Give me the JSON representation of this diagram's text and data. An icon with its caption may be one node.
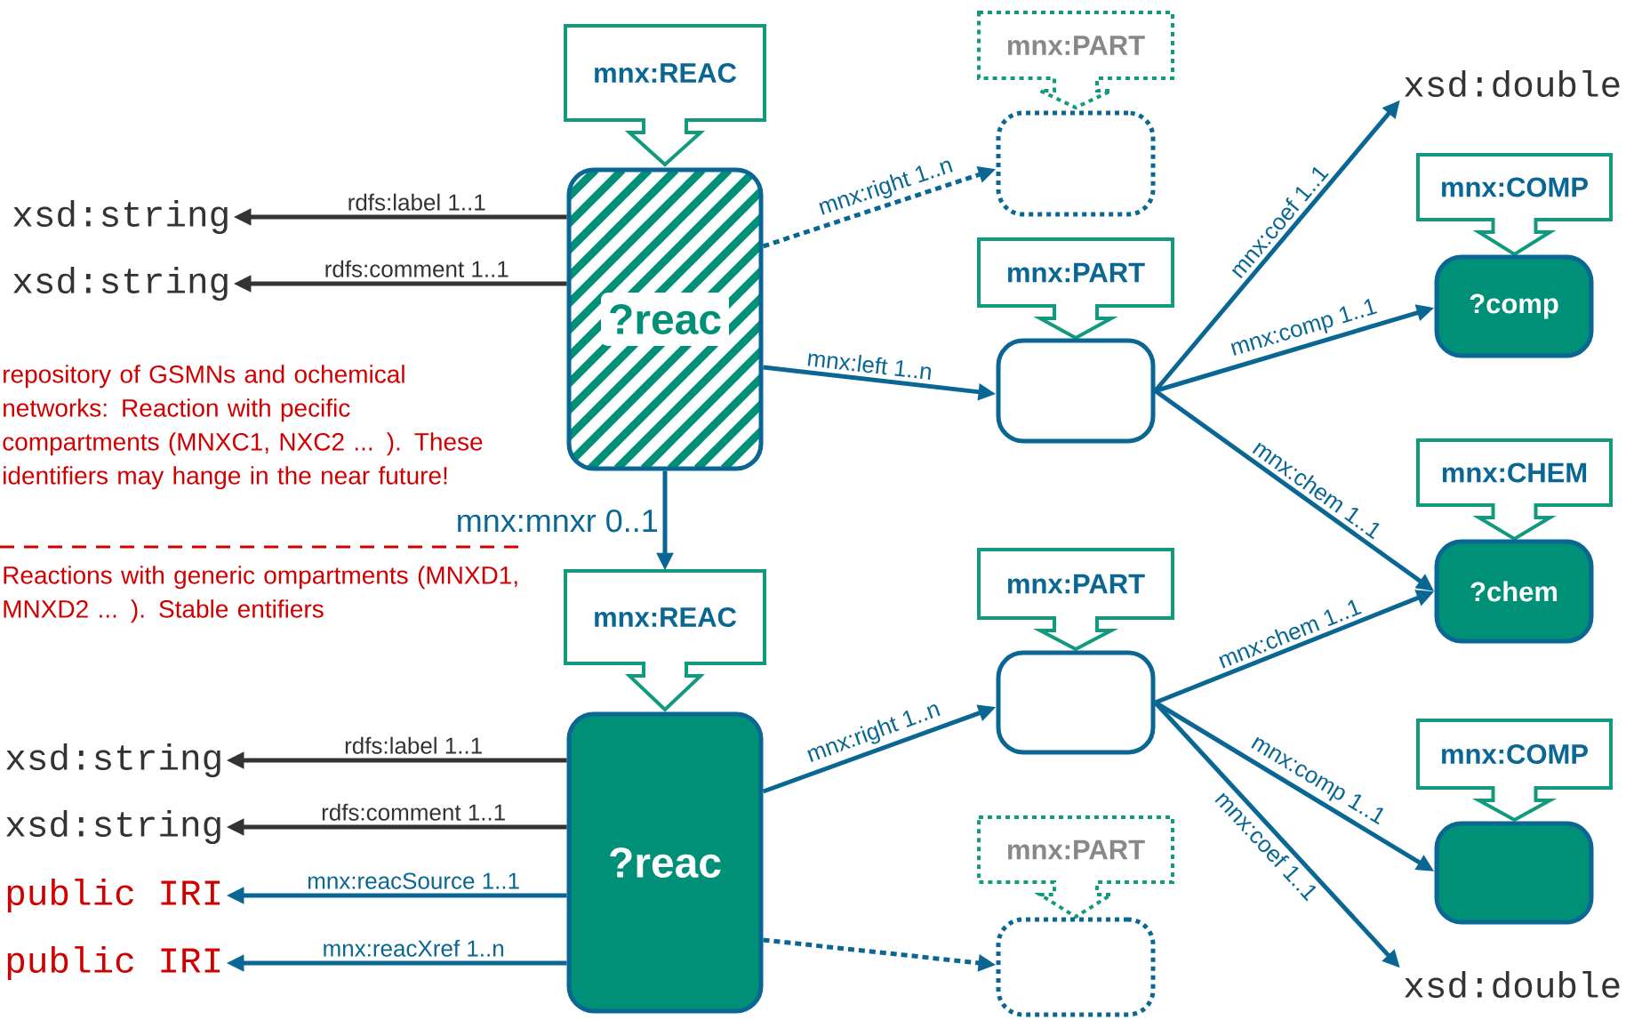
{
  "diagram": {
    "nodes": [
      {
        "text": [
          "mnx:REAC"
        ]
      },
      {
        "text": [
          "?reac"
        ]
      },
      {
        "text": [
          "mnx:PART"
        ]
      },
      {
        "text": [],
        "shape": "box"
      },
      {
        "text": [
          "mnx:PART"
        ]
      },
      {
        "text": [],
        "shape": "box"
      },
      {
        "text": [
          "xsd:double"
        ]
      },
      {
        "text": [
          "mnx:COMP"
        ]
      },
      {
        "text": [
          "?comp"
        ]
      },
      {
        "text": [
          "mnx:CHEM"
        ]
      },
      {
        "text": [
          "?chem"
        ]
      },
      {
        "text": [
          "mnx:REAC"
        ]
      },
      {
        "text": [
          "?reac"
        ]
      },
      {
        "text": [
          "mnx:PART"
        ]
      },
      {
        "text": [],
        "shape": "box"
      },
      {
        "text": [
          "mnx:COMP"
        ]
      },
      {
        "text": [],
        "shape": "box"
      },
      {
        "text": [
          "mnx:PART"
        ]
      },
      {
        "text": [],
        "shape": "box"
      },
      {
        "text": [
          "xsd:double"
        ]
      },
      {
        "text": [
          "xsd:string"
        ]
      },
      {
        "text": [
          "xsd:string"
        ]
      },
      {
        "text": [
          "xsd:string"
        ]
      },
      {
        "text": [
          "xsd:string"
        ]
      },
      {
        "text": [
          "public IRI"
        ]
      },
      {
        "text": [
          "public IRI"
        ]
      }
    ],
    "edges": [
      {
        "from": 1,
        "to": 20,
        "arrow": "to",
        "label": "rdfs:label 1..1",
        "color": "#333333"
      },
      {
        "from": 1,
        "to": 21,
        "arrow": "to",
        "label": "rdfs:comment 1..1",
        "color": "#333333"
      },
      {
        "from": 1,
        "to": 3,
        "arrow": "to",
        "label": "mnx:right 1..n",
        "style": "dashed"
      },
      {
        "from": 1,
        "to": 5,
        "arrow": "to",
        "label": "mnx:left 1..n"
      },
      {
        "from": 1,
        "to": 11,
        "arrow": "to",
        "label": "mnx:mnxr 0..1"
      },
      {
        "from": 5,
        "to": 6,
        "arrow": "to",
        "label": "mnx:coef 1..1"
      },
      {
        "from": 5,
        "to": 8,
        "arrow": "to",
        "label": "mnx:comp 1..1"
      },
      {
        "from": 5,
        "to": 10,
        "arrow": "to",
        "label": "mnx:chem 1..1"
      },
      {
        "from": 12,
        "to": 14,
        "arrow": "to",
        "label": "mnx:right 1..n"
      },
      {
        "from": 14,
        "to": 10,
        "arrow": "to",
        "label": "mnx:chem 1..1"
      },
      {
        "from": 14,
        "to": 16,
        "arrow": "to",
        "label": "mnx:comp 1..1"
      },
      {
        "from": 14,
        "to": 19,
        "arrow": "to",
        "label": "mnx:coef 1..1"
      },
      {
        "from": 12,
        "to": 22,
        "arrow": "to",
        "label": "rdfs:label 1..1",
        "color": "#333333"
      },
      {
        "from": 12,
        "to": 23,
        "arrow": "to",
        "label": "rdfs:comment 1..1",
        "color": "#333333"
      },
      {
        "from": 12,
        "to": 24,
        "arrow": "to",
        "label": "mnx:reacSource 1..1"
      },
      {
        "from": 12,
        "to": 25,
        "arrow": "to",
        "label": "mnx:reacXref 1..n"
      },
      {
        "from": 12,
        "to": 18,
        "arrow": "to",
        "style": "dashed"
      }
    ],
    "labels": [
      "repository of GSMNs and ochemical networks: Reaction with pecific compartments (MNXC1, NXC2 ... ). These identifiers may hange in the near future!",
      "Reactions with generic ompartments (MNXD1, MNXD2 ... ). Stable entifiers"
    ]
  }
}
